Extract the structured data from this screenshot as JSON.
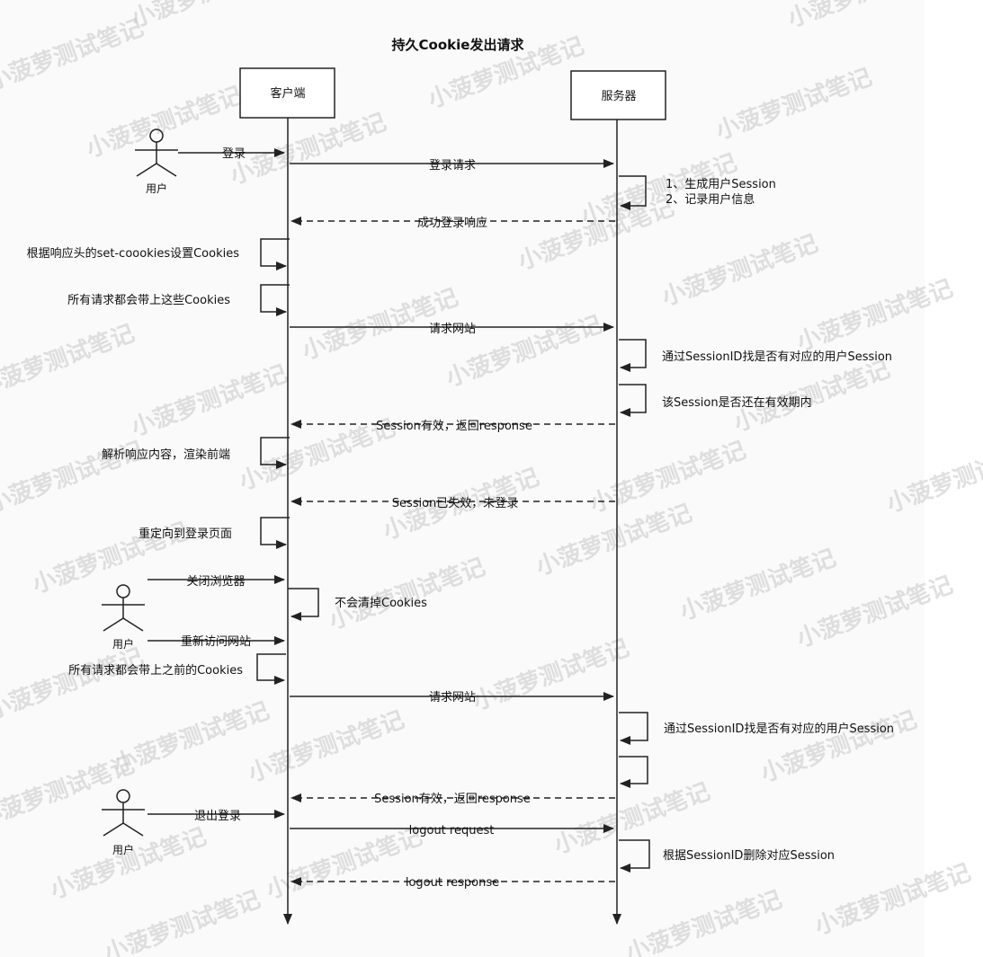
{
  "title": "持久Cookie发出请求",
  "lifelines": {
    "client": "客户端",
    "server": "服务器"
  },
  "actors": {
    "user1": "用户",
    "user2": "用户",
    "user3": "用户"
  },
  "messages": {
    "login": "登录",
    "login_request": "登录请求",
    "generate_session": "1、生成用户Session",
    "record_user": "2、记录用户信息",
    "login_success": "成功登录响应",
    "set_cookies": "根据响应头的set-coookies设置Cookies",
    "carry_cookies": "所有请求都会带上这些Cookies",
    "request_site_1": "请求网站",
    "find_session_1": "通过SessionID找是否有对应的用户Session",
    "session_valid_check": "该Session是否还在有效期内",
    "session_valid_1": "Session有效，返回response",
    "parse_response": "解析响应内容，渲染前端",
    "session_expired": "Session已失效，未登录",
    "redirect_login": "重定向到登录页面",
    "close_browser": "关闭浏览器",
    "no_clear_cookies": "不会清掉Cookies",
    "revisit_site": "重新访问网站",
    "carry_prev_cookies": "所有请求都会带上之前的Cookies",
    "request_site_2": "请求网站",
    "find_session_2": "通过SessionID找是否有对应的用户Session",
    "session_valid_2": "Session有效，返回response",
    "logout": "退出登录",
    "logout_request": "logout request",
    "delete_session": "根据SessionID删除对应Session",
    "logout_response": "logout response"
  },
  "watermark": "小菠萝测试笔记"
}
